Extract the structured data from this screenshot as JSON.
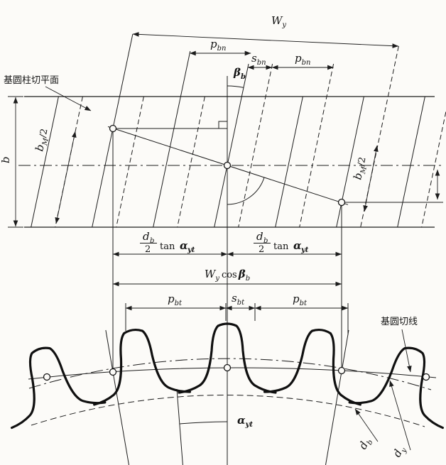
{
  "labels": {
    "tangent_plane_cn": "基圆柱切平面",
    "base_tangent_cn": "基圆切线",
    "wy": {
      "base": "W",
      "sub": "y"
    },
    "pbn_left": {
      "base": "p",
      "sub": "bn"
    },
    "sbn": {
      "base": "s",
      "sub": "bn"
    },
    "pbn_right": {
      "base": "p",
      "sub": "bn"
    },
    "beta_b": {
      "base": "β",
      "sub": "b"
    },
    "face_width": "b",
    "bm_left": {
      "base": "b",
      "sub": "M",
      "suffix": "/2"
    },
    "bm_right": {
      "base": "b",
      "sub": "M",
      "suffix": "/2"
    },
    "frac_left": {
      "num": "d",
      "num_sub": "b",
      "den": "2",
      "func": "tan",
      "angle": "α",
      "angle_sub": "yt"
    },
    "frac_right": {
      "num": "d",
      "num_sub": "b",
      "den": "2",
      "func": "tan",
      "angle": "α",
      "angle_sub": "yt"
    },
    "wy_cos": {
      "w": "W",
      "w_sub": "y",
      "func": "cos",
      "beta": "β",
      "beta_sub": "b"
    },
    "pbt_left": {
      "base": "p",
      "sub": "bt"
    },
    "sbt": {
      "base": "s",
      "sub": "bt"
    },
    "pbt_right": {
      "base": "p",
      "sub": "bt"
    },
    "alpha_yt": {
      "base": "α",
      "sub": "yt"
    },
    "db": {
      "base": "d",
      "sub": "b"
    },
    "dy": {
      "base": "d",
      "sub": "y"
    }
  }
}
